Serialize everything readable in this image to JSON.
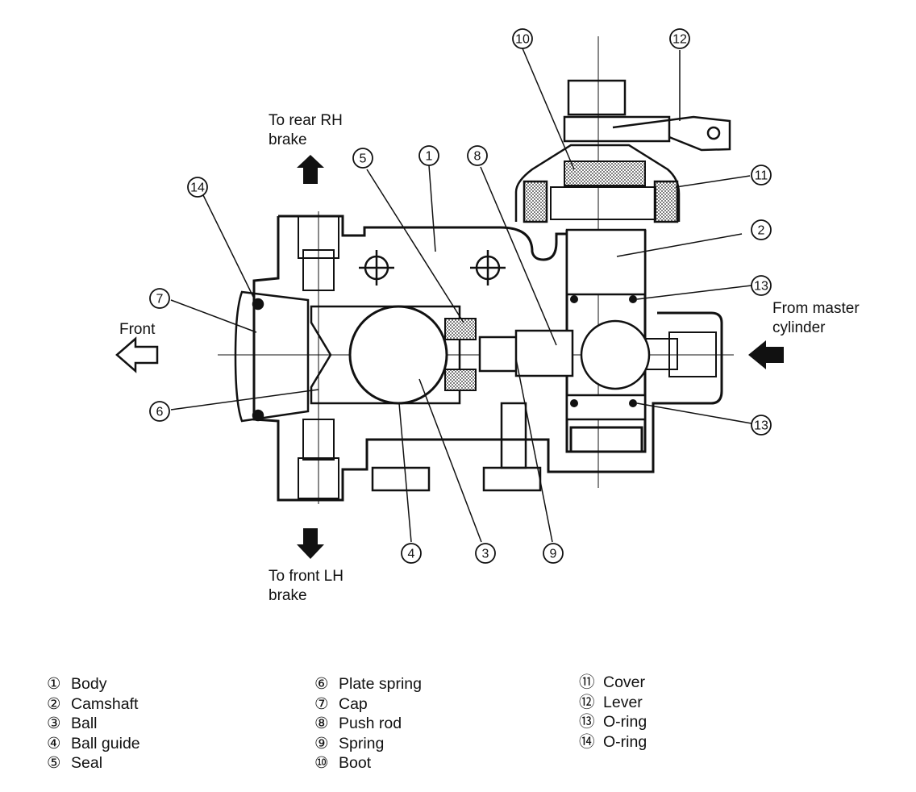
{
  "labels": {
    "to_rear_rh_brake": [
      "To rear RH",
      "brake"
    ],
    "to_front_lh_brake": [
      "To front LH",
      "brake"
    ],
    "front": "Front",
    "from_master_cylinder": [
      "From master",
      "cylinder"
    ]
  },
  "callouts": [
    "1",
    "2",
    "3",
    "4",
    "5",
    "6",
    "7",
    "8",
    "9",
    "10",
    "11",
    "12",
    "13",
    "13",
    "14"
  ],
  "legend": {
    "col1": [
      {
        "num": "①",
        "name": "Body"
      },
      {
        "num": "②",
        "name": "Camshaft"
      },
      {
        "num": "③",
        "name": "Ball"
      },
      {
        "num": "④",
        "name": "Ball guide"
      },
      {
        "num": "⑤",
        "name": "Seal"
      }
    ],
    "col2": [
      {
        "num": "⑥",
        "name": "Plate spring"
      },
      {
        "num": "⑦",
        "name": "Cap"
      },
      {
        "num": "⑧",
        "name": "Push rod"
      },
      {
        "num": "⑨",
        "name": "Spring"
      },
      {
        "num": "⑩",
        "name": "Boot"
      }
    ],
    "col3": [
      {
        "num": "⑪",
        "name": "Cover"
      },
      {
        "num": "⑫",
        "name": "Lever"
      },
      {
        "num": "⑬",
        "name": "O-ring"
      },
      {
        "num": "⑭",
        "name": "O-ring"
      }
    ]
  }
}
